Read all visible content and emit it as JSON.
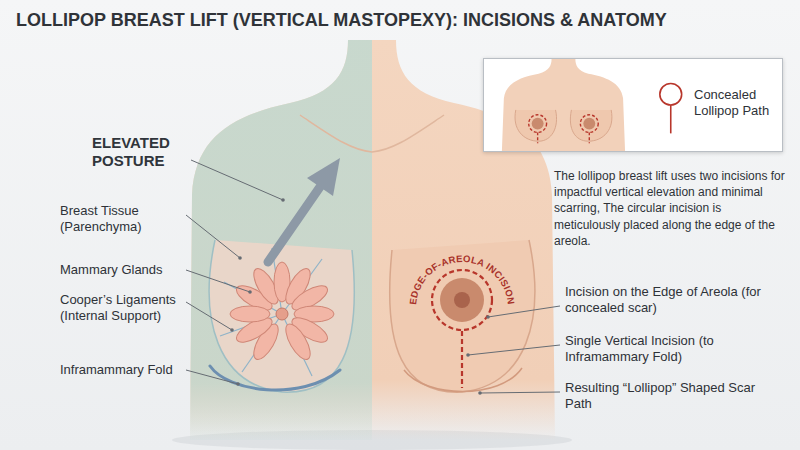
{
  "diagram": {
    "title": "LOLLIPOP BREAST LIFT (VERTICAL MASTOPEXY): INCISIONS & ANATOMY",
    "nodes": [
      {
        "text": [
          "Concealed Lollipop Path"
        ]
      }
    ],
    "labels": [
      "ELEVATED POSTURE",
      "Breast Tissue (Parenchyma)",
      "Mammary Glands",
      "Cooper’s Ligaments (Internal Support)",
      "Inframammary Fold",
      "EDGE-OF-AREOLA INCISION",
      "Incision on the Edge of Areola (for concealed scar)",
      "Single Vertical Incision (to Inframammary Fold)",
      "Resulting “Lollipop” Shaped Scar Path",
      "The lollipop breast lift uses two incisions for impactful vertical elevation and minimal scarring, The circular incision is meticulously placed along the edge of the areola."
    ]
  }
}
